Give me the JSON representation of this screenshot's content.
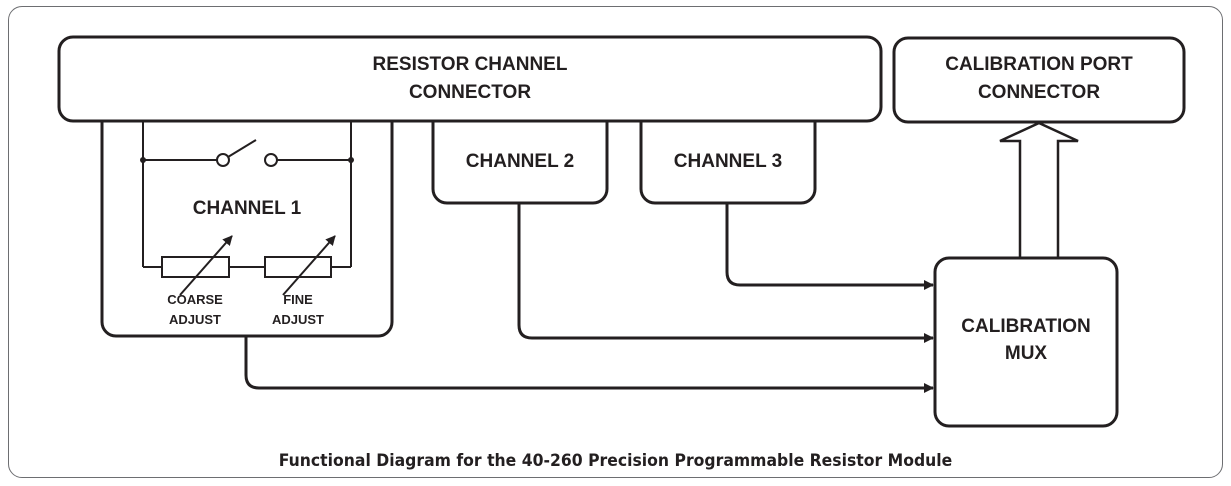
{
  "blocks": {
    "resistor_connector": {
      "line1": "RESISTOR CHANNEL",
      "line2": "CONNECTOR"
    },
    "calibration_port": {
      "line1": "CALIBRATION PORT",
      "line2": "CONNECTOR"
    },
    "channel1": {
      "label": "CHANNEL 1"
    },
    "channel2": {
      "label": "CHANNEL 2"
    },
    "channel3": {
      "label": "CHANNEL 3"
    },
    "coarse": {
      "line1": "COARSE",
      "line2": "ADJUST"
    },
    "fine": {
      "line1": "FINE",
      "line2": "ADJUST"
    },
    "mux": {
      "line1": "CALIBRATION",
      "line2": "MUX"
    }
  },
  "caption": "Functional Diagram for the 40-260 Precision Programmable Resistor Module",
  "colors": {
    "stroke": "#231f20",
    "frame": "#6d6e71",
    "background": "#ffffff"
  }
}
